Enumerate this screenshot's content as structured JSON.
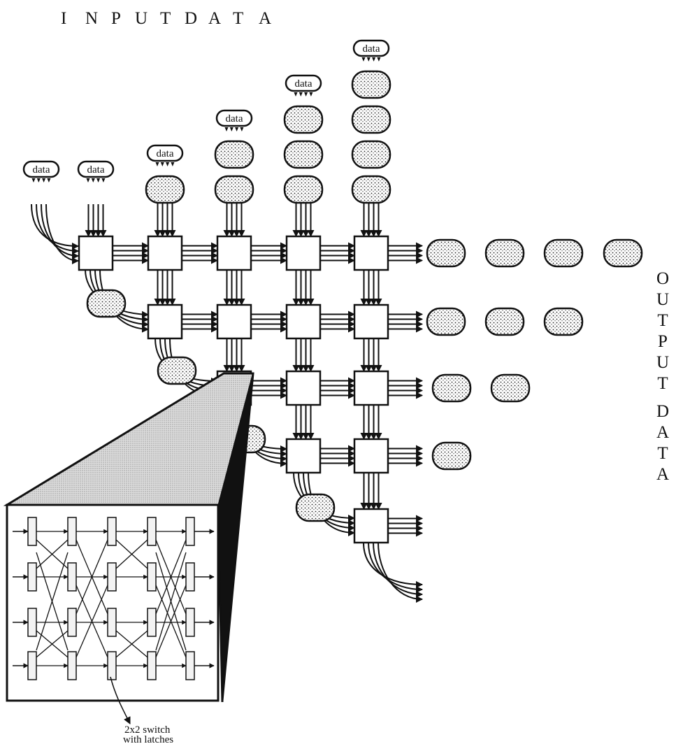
{
  "title": "INPUT DATA",
  "side_title": "OUTPUT DATA",
  "data_tag": "data",
  "caption": [
    "2x2 switch",
    "with latches"
  ],
  "grid": {
    "rows": 5,
    "columns": 5,
    "nodes_per_row": [
      5,
      4,
      3,
      2,
      1
    ],
    "input_tag_columns": 6,
    "output_packets_per_row": [
      4,
      3,
      2,
      1,
      0
    ]
  },
  "inset": {
    "switch_rows": 4,
    "switch_columns": 5
  },
  "colors": {
    "ink": "#111111",
    "packet_fill": "#d4d4d4",
    "funnel_fill": "#cfcfcf",
    "funnel_side": "#111111",
    "node_fill": "#ffffff",
    "switch_fill": "#f3f3f3"
  }
}
